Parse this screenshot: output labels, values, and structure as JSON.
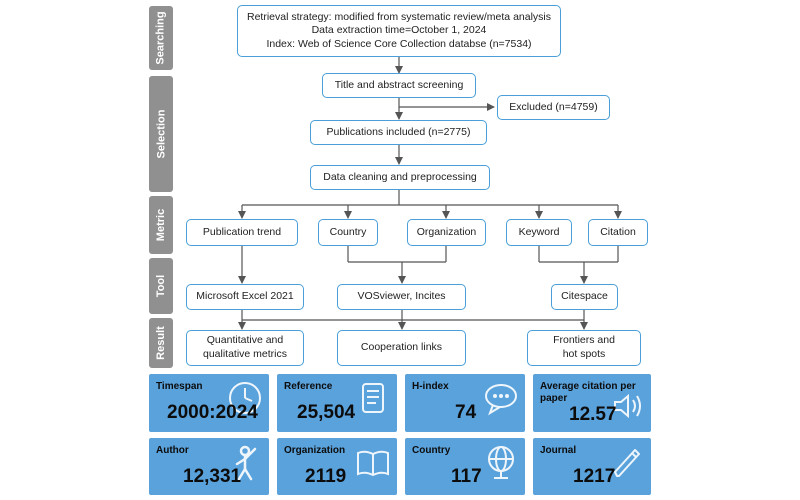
{
  "phases": {
    "searching": "Searching",
    "selection": "Selection",
    "metric": "Metric",
    "tool": "Tool",
    "result": "Result"
  },
  "search": {
    "line1": "Retrieval strategy: modified from systematic review/meta analysis",
    "line2": "Data extraction time=October 1, 2024",
    "line3": "Index: Web of Science Core Collection databse (n=7534)"
  },
  "selection": {
    "screening": "Title and abstract screening",
    "excluded": "Excluded (n=4759)",
    "included": "Publications included (n=2775)",
    "cleaning": "Data cleaning and preprocessing"
  },
  "metrics": {
    "publication_trend": "Publication trend",
    "country": "Country",
    "organization": "Organization",
    "keyword": "Keyword",
    "citation": "Citation"
  },
  "tools": {
    "excel": "Microsoft Excel 2021",
    "vos": "VOSviewer, Incites",
    "citespace": "Citespace"
  },
  "results": {
    "quant_line1": "Quantitative and",
    "quant_line2": "qualitative metrics",
    "cooperation": "Cooperation links",
    "frontiers_line1": "Frontiers and",
    "frontiers_line2": "hot spots"
  },
  "stats": [
    {
      "label": "Timespan",
      "value": "2000:2024",
      "icon": "clock-icon"
    },
    {
      "label": "Reference",
      "value": "25,504",
      "icon": "scroll-icon"
    },
    {
      "label": "H-index",
      "value": "74",
      "icon": "speech-bubble-icon"
    },
    {
      "label": "Average citation per paper",
      "value": "12.57",
      "icon": "speaker-icon"
    },
    {
      "label": "Author",
      "value": "12,331",
      "icon": "person-icon"
    },
    {
      "label": "Organization",
      "value": "2119",
      "icon": "book-icon"
    },
    {
      "label": "Country",
      "value": "117",
      "icon": "globe-icon"
    },
    {
      "label": "Journal",
      "value": "1217",
      "icon": "pencil-icon"
    }
  ],
  "colors": {
    "box_border": "#4a9fd8",
    "phase_fill": "#909090",
    "card_fill": "#5aa2dc",
    "connector": "#555555"
  }
}
